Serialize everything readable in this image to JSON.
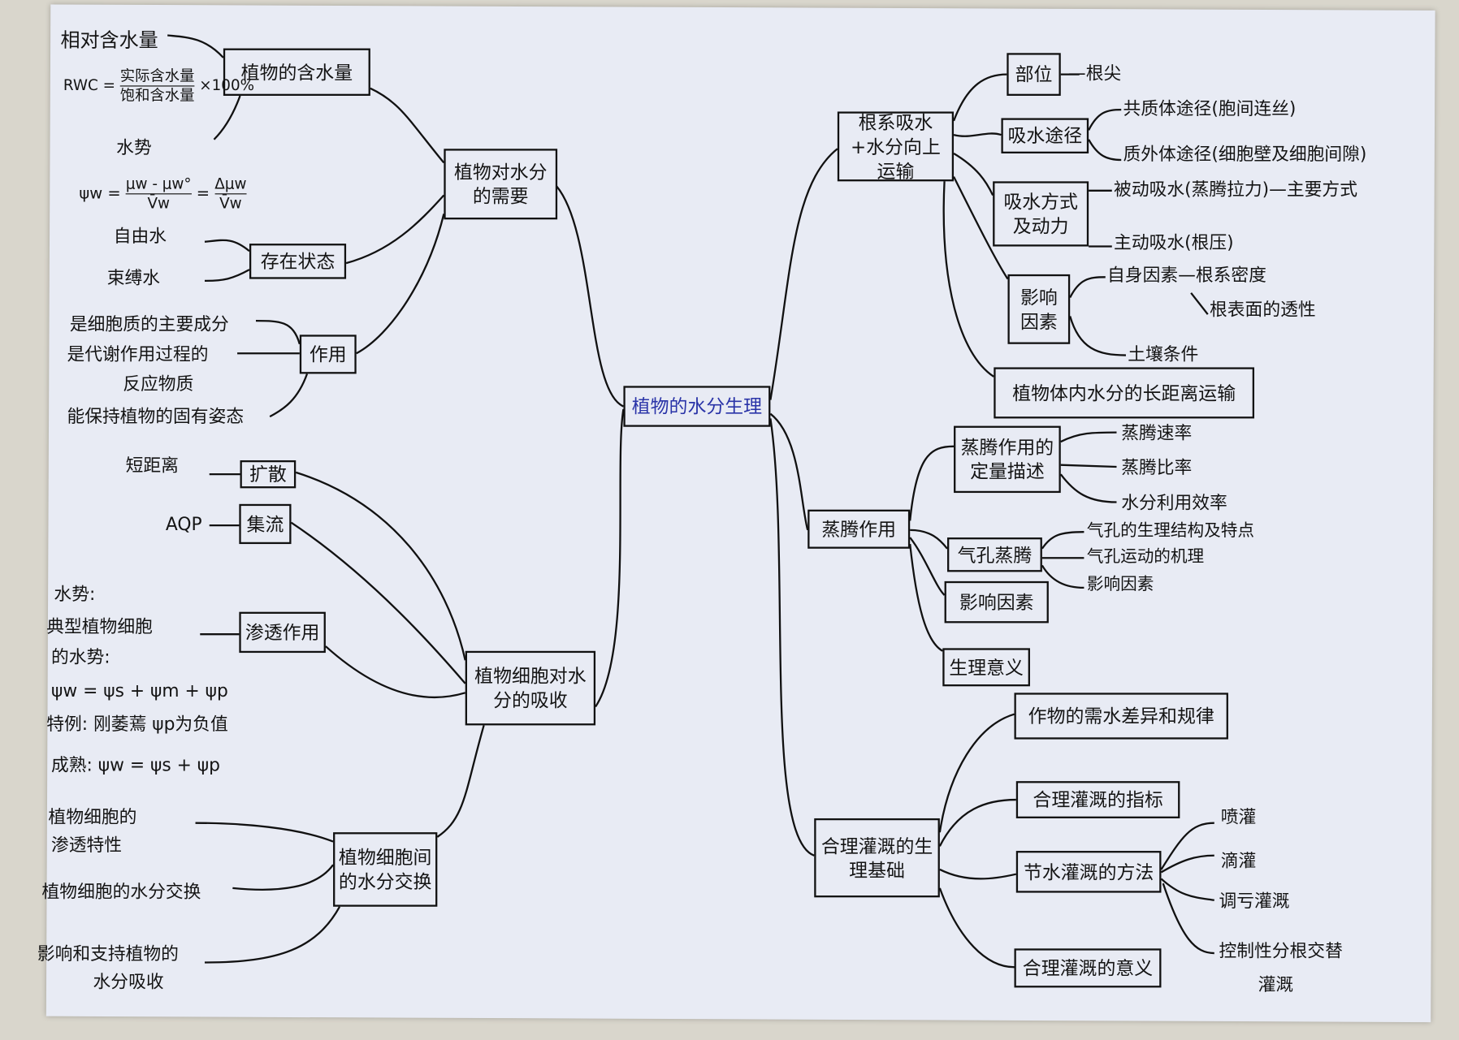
{
  "center": "植物的水分生理",
  "left": {
    "need": {
      "label": "植物对水分的需要",
      "water_content": {
        "label": "植物的含水量",
        "relative": "相对含水量",
        "rwc_prefix": "RWC =",
        "rwc_num": "实际含水量",
        "rwc_den": "饱和含水量",
        "rwc_suffix": "×100%",
        "water_potential": "水势",
        "psi_prefix": "ψw =",
        "psi_num1": "μw - μw°",
        "psi_den1": "V̄w",
        "psi_eq": "=",
        "psi_num2": "Δμw",
        "psi_den2": "V̄w"
      },
      "state": {
        "label": "存在状态",
        "items": [
          "自由水",
          "束缚水"
        ]
      },
      "role": {
        "label": "作用",
        "items": [
          "是细胞质的主要成分",
          "是代谢作用过程的",
          "反应物质",
          "能保持植物的固有姿态"
        ]
      }
    },
    "absorption": {
      "label": "植物细胞对水分的吸收",
      "diffusion": {
        "label": "扩散",
        "item": "短距离"
      },
      "bulk_flow": {
        "label": "集流",
        "item": "AQP"
      },
      "osmosis": {
        "label": "渗透作用",
        "items": [
          "水势:",
          "典型植物细胞",
          "的水势:",
          "ψw = ψs + ψm + ψp",
          "特例: 刚萎蔫 ψp为负值",
          "成熟: ψw = ψs + ψp"
        ]
      }
    },
    "exchange": {
      "label": "植物细胞间的水分交换",
      "items": [
        "植物细胞的",
        "渗透特性",
        "植物细胞的水分交换",
        "影响和支持植物的",
        "水分吸收"
      ]
    }
  },
  "right": {
    "root": {
      "label": "根系吸水+水分向上运输",
      "site": {
        "label": "部位",
        "item": "—根尖"
      },
      "pathway": {
        "label": "吸水途径",
        "items": [
          "共质体途径(胞间连丝)",
          "质外体途径(细胞壁及细胞间隙)"
        ]
      },
      "mode": {
        "label": "吸水方式及动力",
        "items": [
          "被动吸水(蒸腾拉力)—主要方式",
          "主动吸水(根压)"
        ]
      },
      "factors": {
        "label": "影响因素",
        "items": [
          "自身因素—根系密度",
          "根表面的透性",
          "土壤条件"
        ]
      },
      "long_distance": "植物体内水分的长距离运输"
    },
    "transpiration": {
      "label": "蒸腾作用",
      "quant": {
        "label": "蒸腾作用的定量描述",
        "items": [
          "蒸腾速率",
          "蒸腾比率",
          "水分利用效率"
        ]
      },
      "stomatal": {
        "label": "气孔蒸腾",
        "items": [
          "气孔的生理结构及特点",
          "气孔运动的机理",
          "影响因素"
        ]
      },
      "factors": "影响因素",
      "significance": "生理意义"
    },
    "irrigation": {
      "label": "合理灌溉的生理基础",
      "need": "作物的需水差异和规律",
      "index": "合理灌溉的指标",
      "methods": {
        "label": "节水灌溉的方法",
        "items": [
          "喷灌",
          "滴灌",
          "调亏灌溉",
          "控制性分根交替",
          "灌溉"
        ]
      },
      "meaning": "合理灌溉的意义"
    }
  },
  "colors": {
    "ink": "#141414",
    "center_ink": "#2a34a8",
    "paper": "#e8ebf4"
  }
}
